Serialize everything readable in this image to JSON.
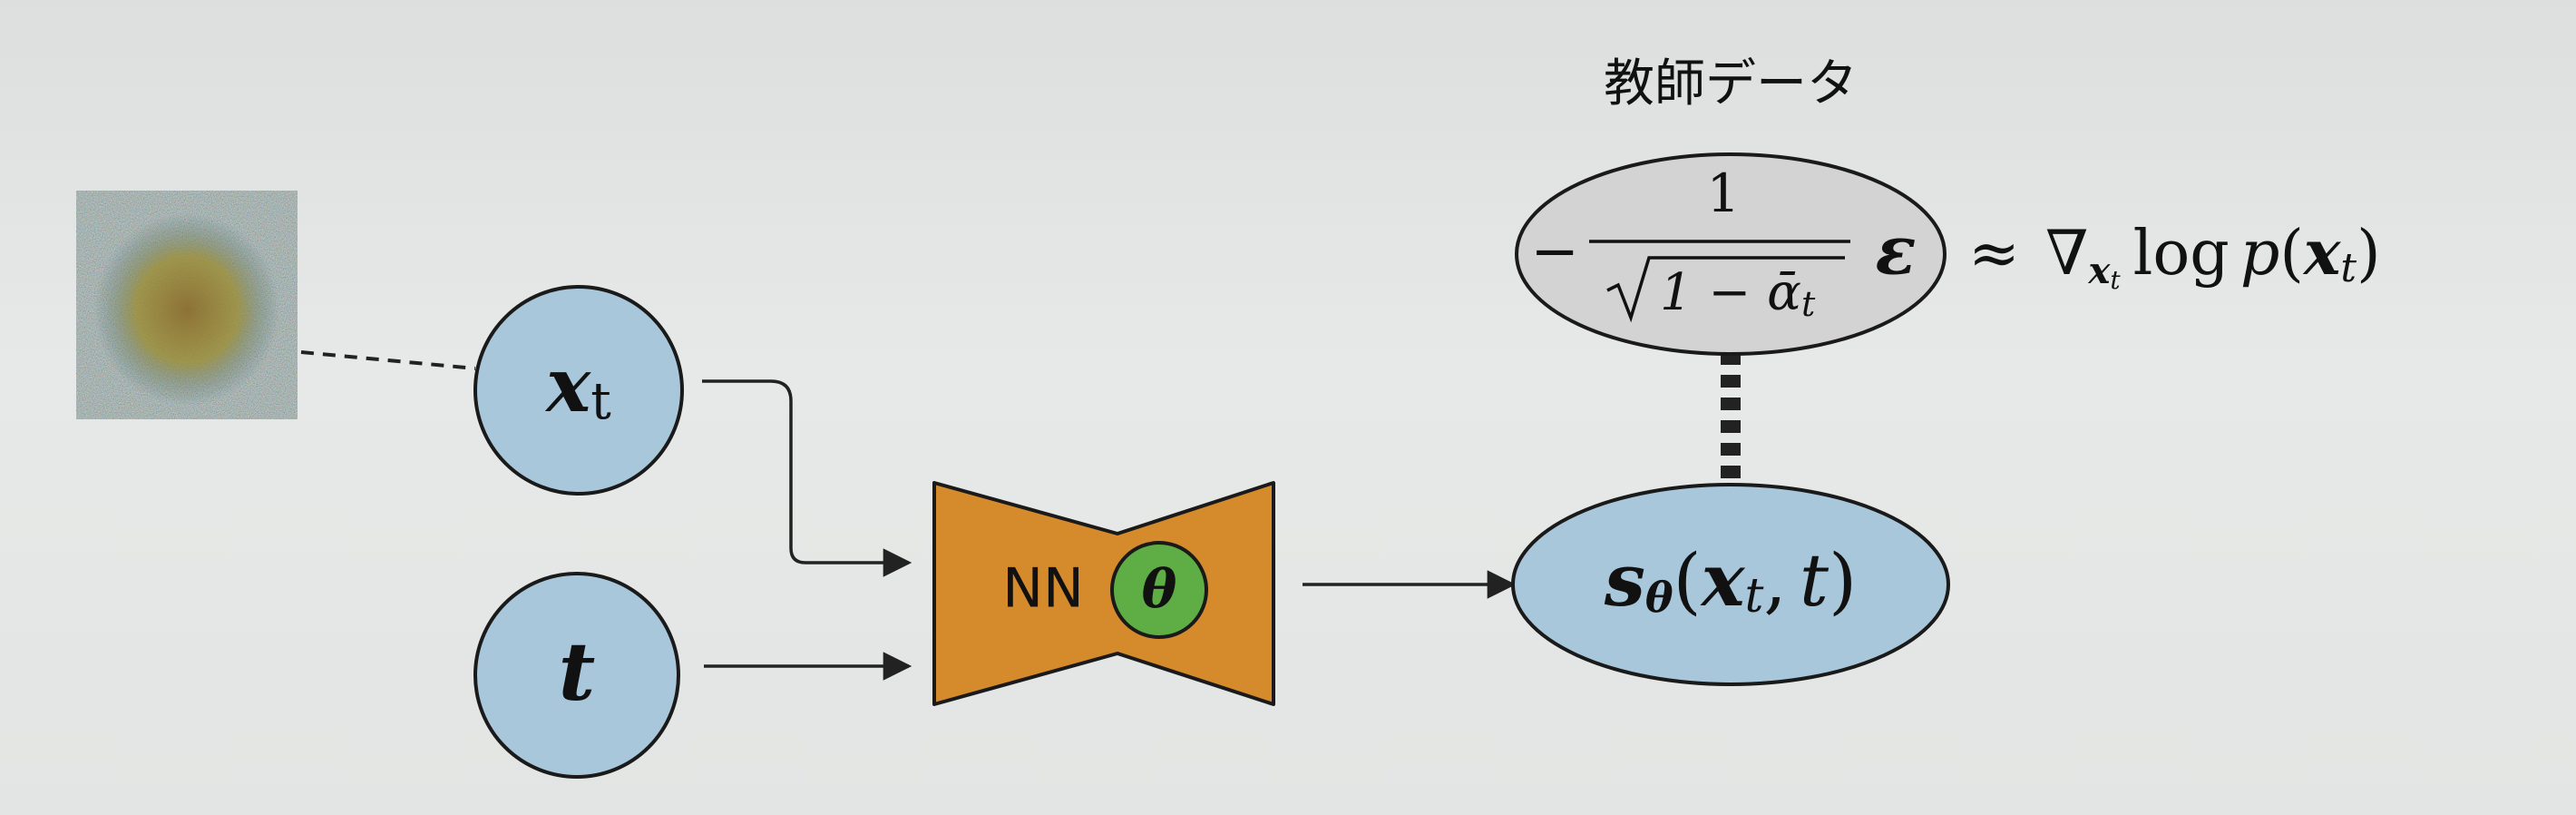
{
  "diagram": {
    "teacher_label": "教師データ",
    "teacher_formula": {
      "minus": "−",
      "numerator": "1",
      "sqrt_body": "1 − ᾱ",
      "sqrt_sub": "t",
      "epsilon": "ε"
    },
    "approx": {
      "symbol": "≈",
      "nabla": "∇",
      "nabla_sub": "x",
      "nabla_sub_sub": "t",
      "log": "log",
      "p": "p",
      "open": "(",
      "x": "x",
      "x_sub": "t",
      "close": ")"
    },
    "xt_node": {
      "x": "x",
      "sub": "t"
    },
    "t_node": {
      "t": "t"
    },
    "network": {
      "label": "NN",
      "param": "θ"
    },
    "score_node": {
      "s": "s",
      "s_sub": "θ",
      "open": "(",
      "x": "x",
      "x_sub": "t",
      "comma": ",",
      "t": "t",
      "close": ")"
    },
    "colors": {
      "node_fill": "#a9c7db",
      "node_stroke": "#1a1a1a",
      "teacher_fill": "#d2d3d2",
      "network_fill": "#d58a2c",
      "param_fill": "#5fae45",
      "edge": "#222222"
    },
    "icons": [
      "noisy-image-thumbnail"
    ]
  }
}
